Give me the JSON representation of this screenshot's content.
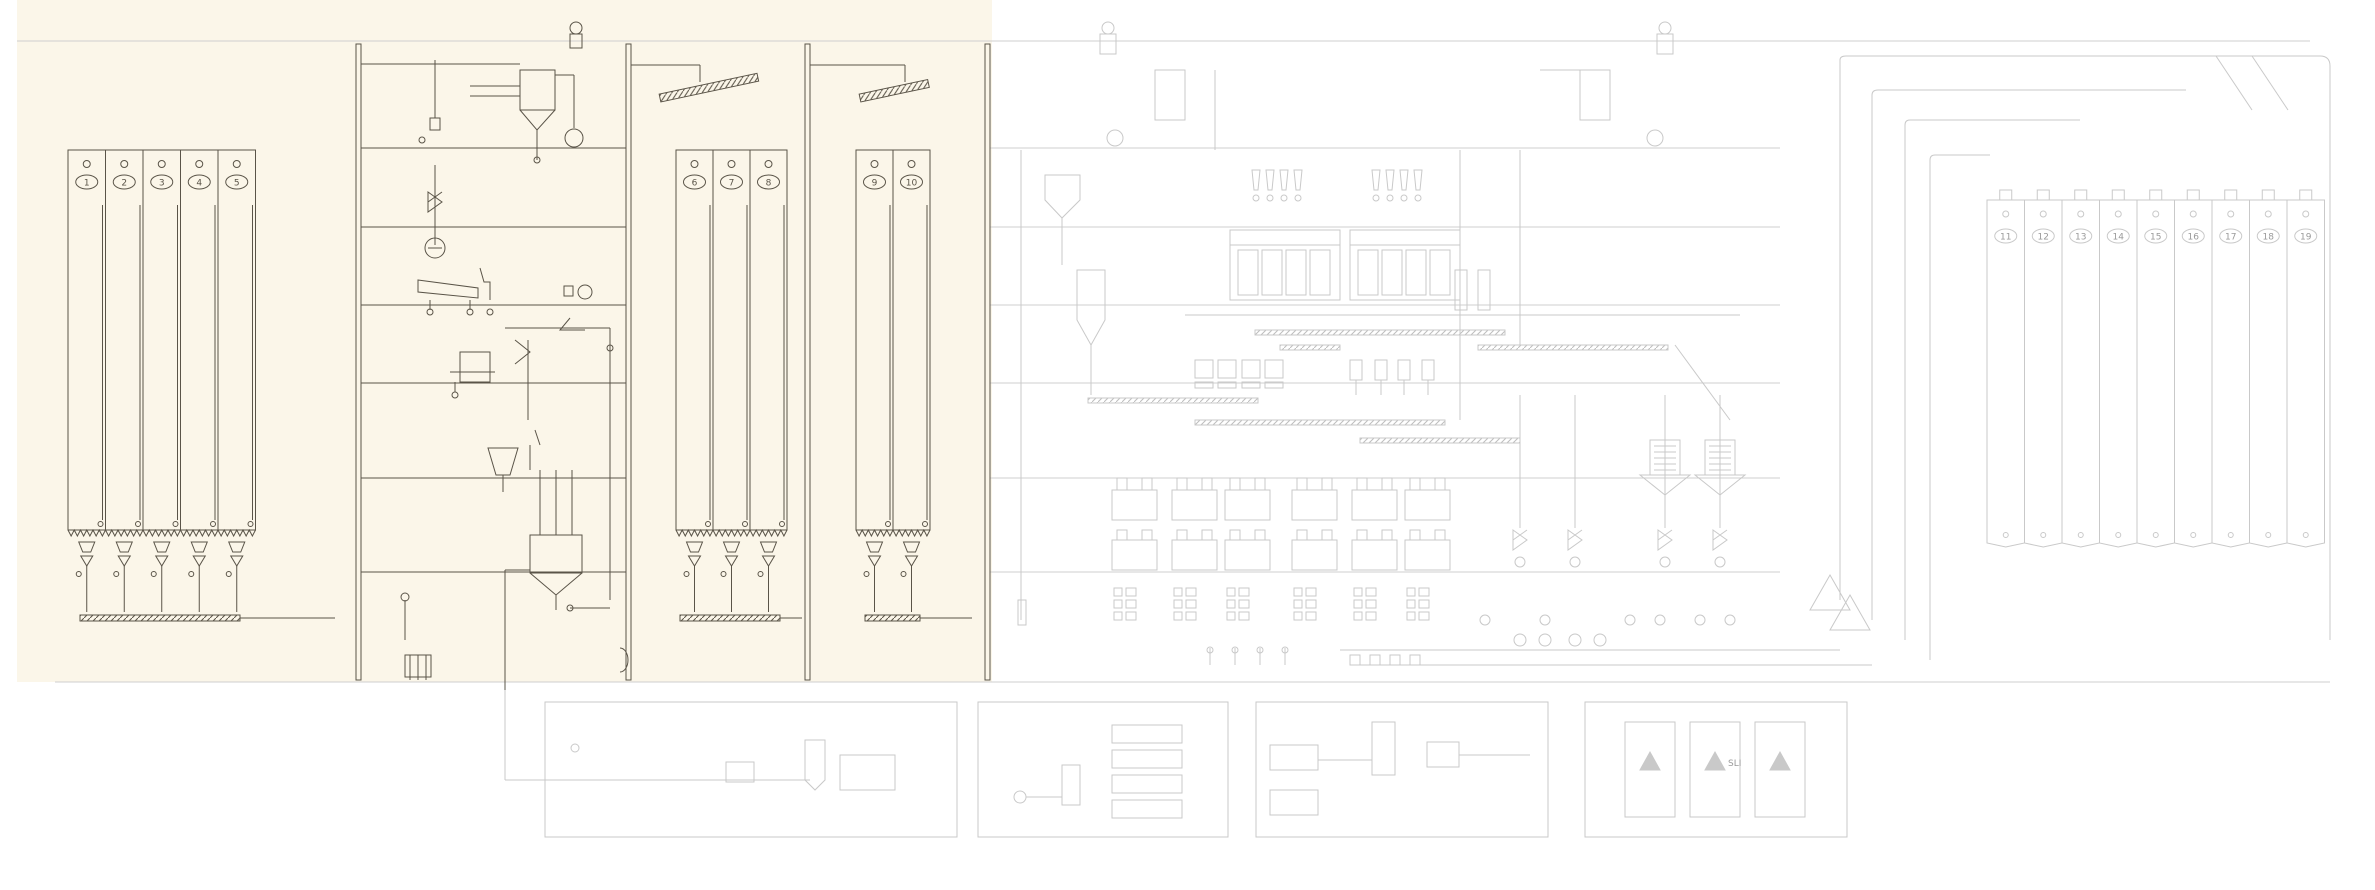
{
  "colors": {
    "highlight": "#fbf6e9",
    "active_stroke": "#5a5448",
    "faded_stroke": "#c9c9c9",
    "faded_text": "#9a9a9a"
  },
  "silos_group_a": [
    "1",
    "2",
    "3",
    "4",
    "5"
  ],
  "silos_group_b": [
    "6",
    "7",
    "8"
  ],
  "silos_group_c": [
    "9",
    "10"
  ],
  "silos_right": [
    "11",
    "12",
    "13",
    "14",
    "15",
    "16",
    "17",
    "18",
    "19"
  ],
  "panel_4_cabinet_label": "SLI",
  "icons": [
    "motor-icon",
    "fan-icon",
    "valve-icon",
    "scale-icon",
    "filter-icon",
    "sifter-icon",
    "pump-icon",
    "tank-icon"
  ]
}
